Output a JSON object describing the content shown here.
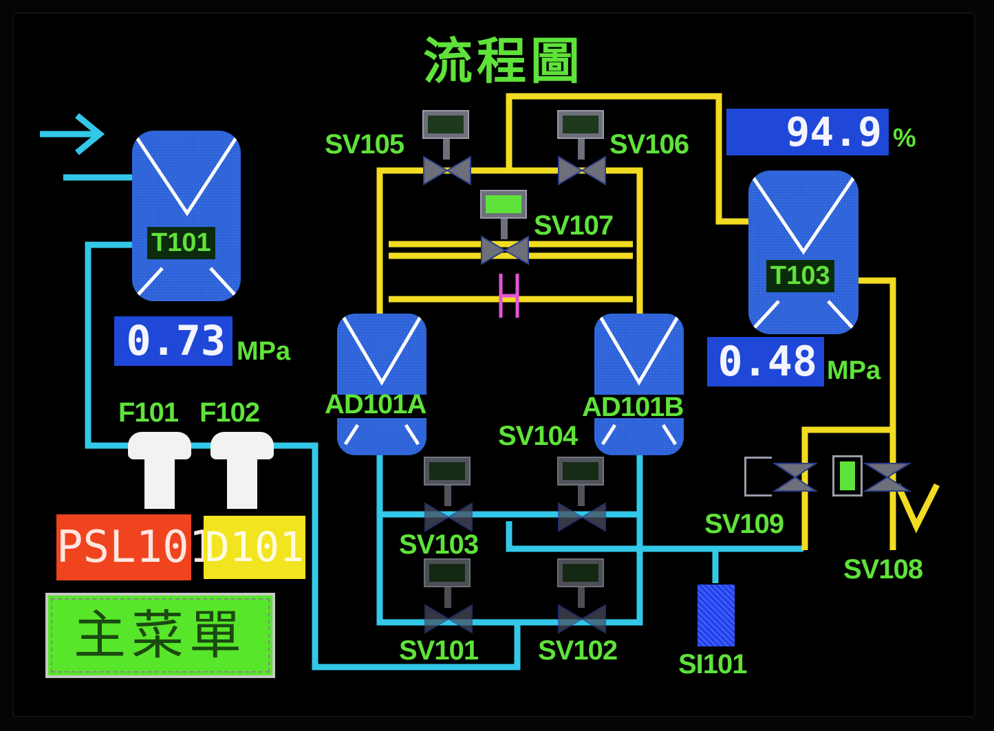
{
  "title": "流程圖",
  "tanks": {
    "t101": "T101",
    "t103": "T103",
    "ad101a": "AD101A",
    "ad101b": "AD101B"
  },
  "readouts": {
    "t101_pressure": "0.73",
    "t103_pressure": "0.48",
    "t103_level": "94.9",
    "pressure_unit": "MPa",
    "level_unit": "%"
  },
  "valves": {
    "sv101": "SV101",
    "sv102": "SV102",
    "sv103": "SV103",
    "sv104": "SV104",
    "sv105": "SV105",
    "sv106": "SV106",
    "sv107": "SV107",
    "sv108": "SV108",
    "sv109": "SV109"
  },
  "filters": {
    "f101": "F101",
    "f102": "F102"
  },
  "indicators": {
    "psl101": "PSL101",
    "d101": "D101"
  },
  "silencer": "SI101",
  "main_menu": "主菜單",
  "colors": {
    "gas_pipe": "#33c8e8",
    "product_pipe": "#f2dc22",
    "label_green": "#5fe23a",
    "vessel_blue": "#2e62d6",
    "alarm_red": "#f0441e",
    "status_yellow": "#f2e421"
  }
}
